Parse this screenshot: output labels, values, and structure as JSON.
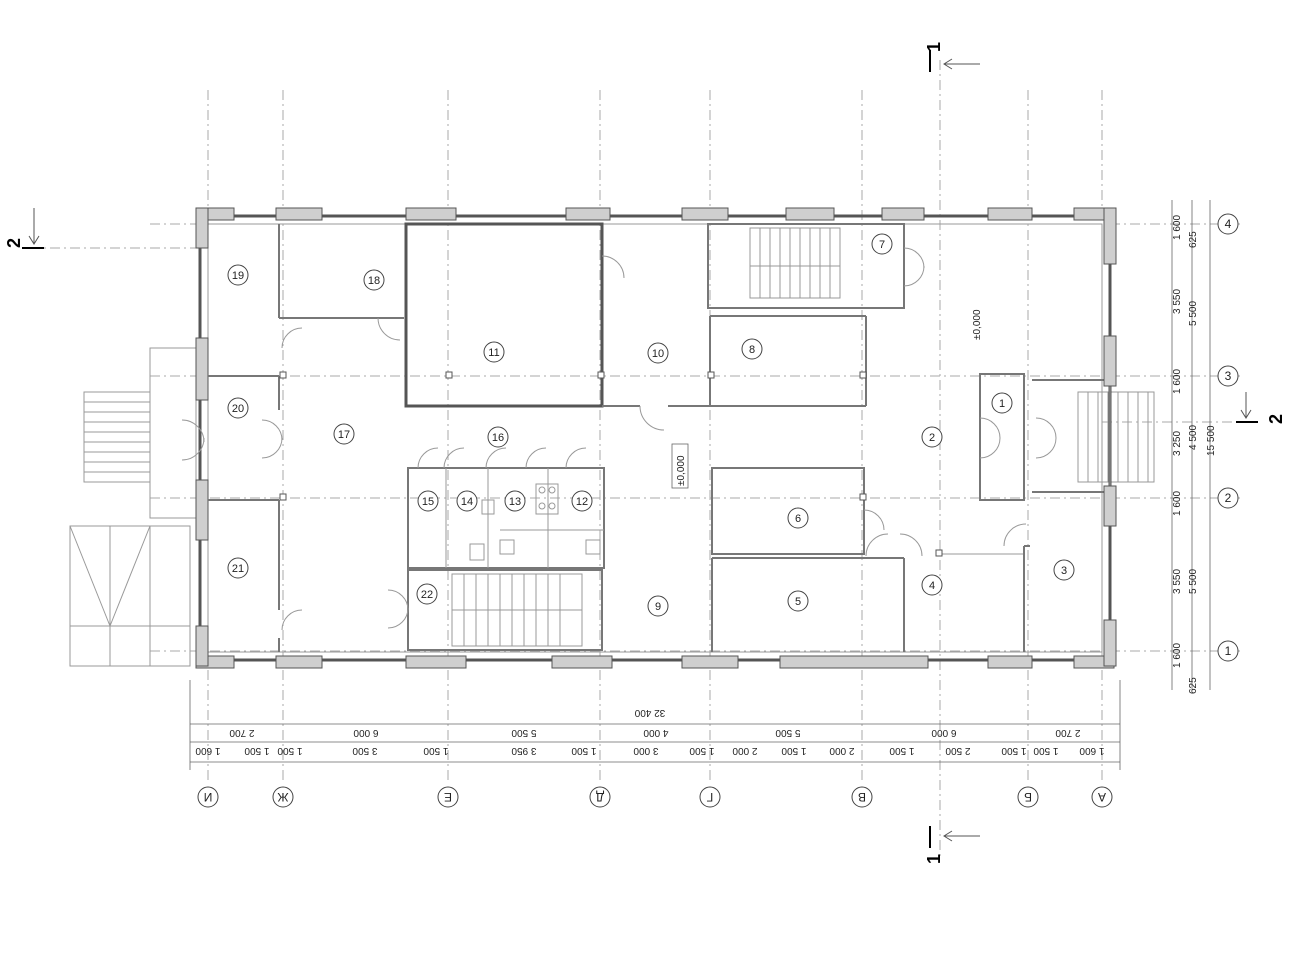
{
  "rooms": [
    "1",
    "2",
    "3",
    "4",
    "5",
    "6",
    "7",
    "8",
    "9",
    "10",
    "11",
    "12",
    "13",
    "14",
    "15",
    "16",
    "17",
    "18",
    "19",
    "20",
    "21",
    "22"
  ],
  "level_marks": [
    "±0,000",
    "±0,000"
  ],
  "letter_axes": [
    "И",
    "Ж",
    "Е",
    "Д",
    "Г",
    "В",
    "Б",
    "А"
  ],
  "number_axes": [
    "4",
    "3",
    "2",
    "1"
  ],
  "section_marks": [
    "1",
    "1",
    "2",
    "2"
  ],
  "dims_row1": [
    "1 600",
    "1 500",
    "1 500",
    "3 500",
    "1 500",
    "3 950",
    "1 500",
    "3 000",
    "1 500",
    "2 000",
    "1 500",
    "2 000",
    "1 500",
    "2 500",
    "1 500",
    "1 500",
    "1 600"
  ],
  "dims_row2": [
    "2 700",
    "6 000",
    "5 500",
    "4 000",
    "5 500",
    "6 000",
    "2 700"
  ],
  "dims_total": "32 400",
  "right_dims_col1": [
    "1 600",
    "625",
    "3 550",
    "1 600",
    "3 250",
    "1 600",
    "3 550",
    "1 600",
    "625"
  ],
  "right_dims_col2": [
    "5 500",
    "4 500",
    "5 500"
  ],
  "right_dims_total": "15 500"
}
